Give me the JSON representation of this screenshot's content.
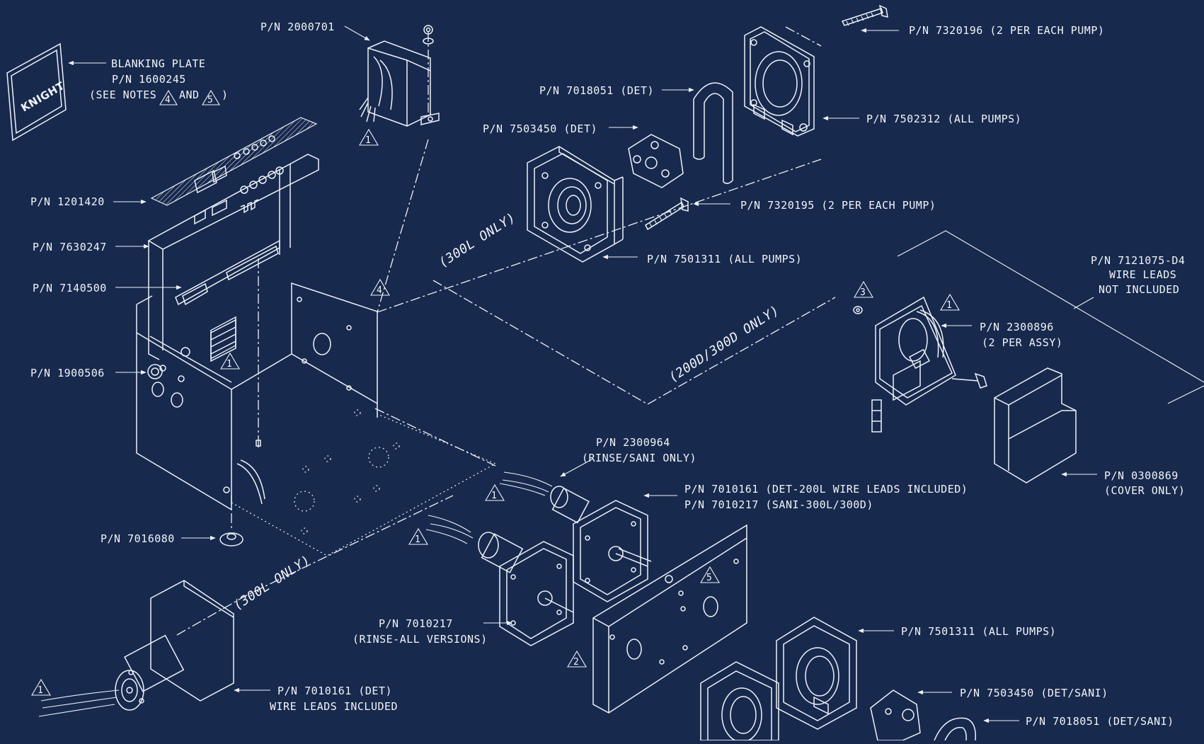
{
  "labels": [
    {
      "id": "blanking-plate-title",
      "text": "BLANKING PLATE"
    },
    {
      "id": "blanking-plate-pn",
      "text": "P/N 1600245"
    },
    {
      "id": "blanking-plate-notes-a",
      "text": "(SEE NOTES"
    },
    {
      "id": "blanking-plate-notes-b",
      "text": "AND"
    },
    {
      "id": "blanking-plate-notes-c",
      "text": ")"
    },
    {
      "id": "pn-2000701",
      "text": "P/N 2000701"
    },
    {
      "id": "pn-1201420",
      "text": "P/N 1201420"
    },
    {
      "id": "pn-7630247",
      "text": "P/N 7630247"
    },
    {
      "id": "pn-7140500",
      "text": "P/N 7140500"
    },
    {
      "id": "pn-1900506",
      "text": "P/N 1900506"
    },
    {
      "id": "pn-7016080",
      "text": "P/N 7016080"
    },
    {
      "id": "pn-7320196",
      "text": "P/N 7320196 (2 PER EACH PUMP)"
    },
    {
      "id": "pn-7018051-det",
      "text": "P/N 7018051 (DET)"
    },
    {
      "id": "pn-7502312",
      "text": "P/N 7502312 (ALL PUMPS)"
    },
    {
      "id": "pn-7503450-det",
      "text": "P/N 7503450 (DET)"
    },
    {
      "id": "pn-7320195",
      "text": "P/N 7320195 (2 PER EACH PUMP)"
    },
    {
      "id": "pn-7501311-top",
      "text": "P/N 7501311 (ALL PUMPS)"
    },
    {
      "id": "pn-7121075-a",
      "text": "P/N 7121075-D4"
    },
    {
      "id": "pn-7121075-b",
      "text": "WIRE LEADS"
    },
    {
      "id": "pn-7121075-c",
      "text": "NOT INCLUDED"
    },
    {
      "id": "pn-2300896-a",
      "text": "P/N 2300896"
    },
    {
      "id": "pn-2300896-b",
      "text": "(2 PER ASSY)"
    },
    {
      "id": "pn-0300869-a",
      "text": "P/N 0300869"
    },
    {
      "id": "pn-0300869-b",
      "text": "(COVER ONLY)"
    },
    {
      "id": "pn-2300964-a",
      "text": "P/N 2300964"
    },
    {
      "id": "pn-2300964-b",
      "text": "(RINSE/SANI ONLY)"
    },
    {
      "id": "pn-7010161-a",
      "text": "P/N 7010161 (DET-200L WIRE LEADS INCLUDED)"
    },
    {
      "id": "pn-7010161-b",
      "text": "P/N 7010217 (SANI-300L/300D)"
    },
    {
      "id": "pn-7010217-a",
      "text": "P/N 7010217"
    },
    {
      "id": "pn-7010217-b",
      "text": "(RINSE-ALL VERSIONS)"
    },
    {
      "id": "pn-7501311-bottom",
      "text": "P/N 7501311 (ALL PUMPS)"
    },
    {
      "id": "pn-7010161-det-a",
      "text": "P/N 7010161 (DET)"
    },
    {
      "id": "pn-7010161-det-b",
      "text": "WIRE LEADS INCLUDED"
    },
    {
      "id": "pn-7503450-detsani",
      "text": "P/N 7503450 (DET/SANI)"
    },
    {
      "id": "pn-7018051-detsani",
      "text": "P/N 7018051 (DET/SANI)"
    }
  ],
  "callouts": {
    "c300l_top": "(300L ONLY)",
    "c300l_bottom": "(300L ONLY)",
    "c200d_300d": "(200D/300D ONLY)"
  },
  "logo_text": "KNIGHT",
  "notes": {
    "n1": "1",
    "n2": "2",
    "n3": "3",
    "n4": "4",
    "n5": "5"
  },
  "colors": {
    "background": "#17294d",
    "line": "#eef2f8"
  }
}
